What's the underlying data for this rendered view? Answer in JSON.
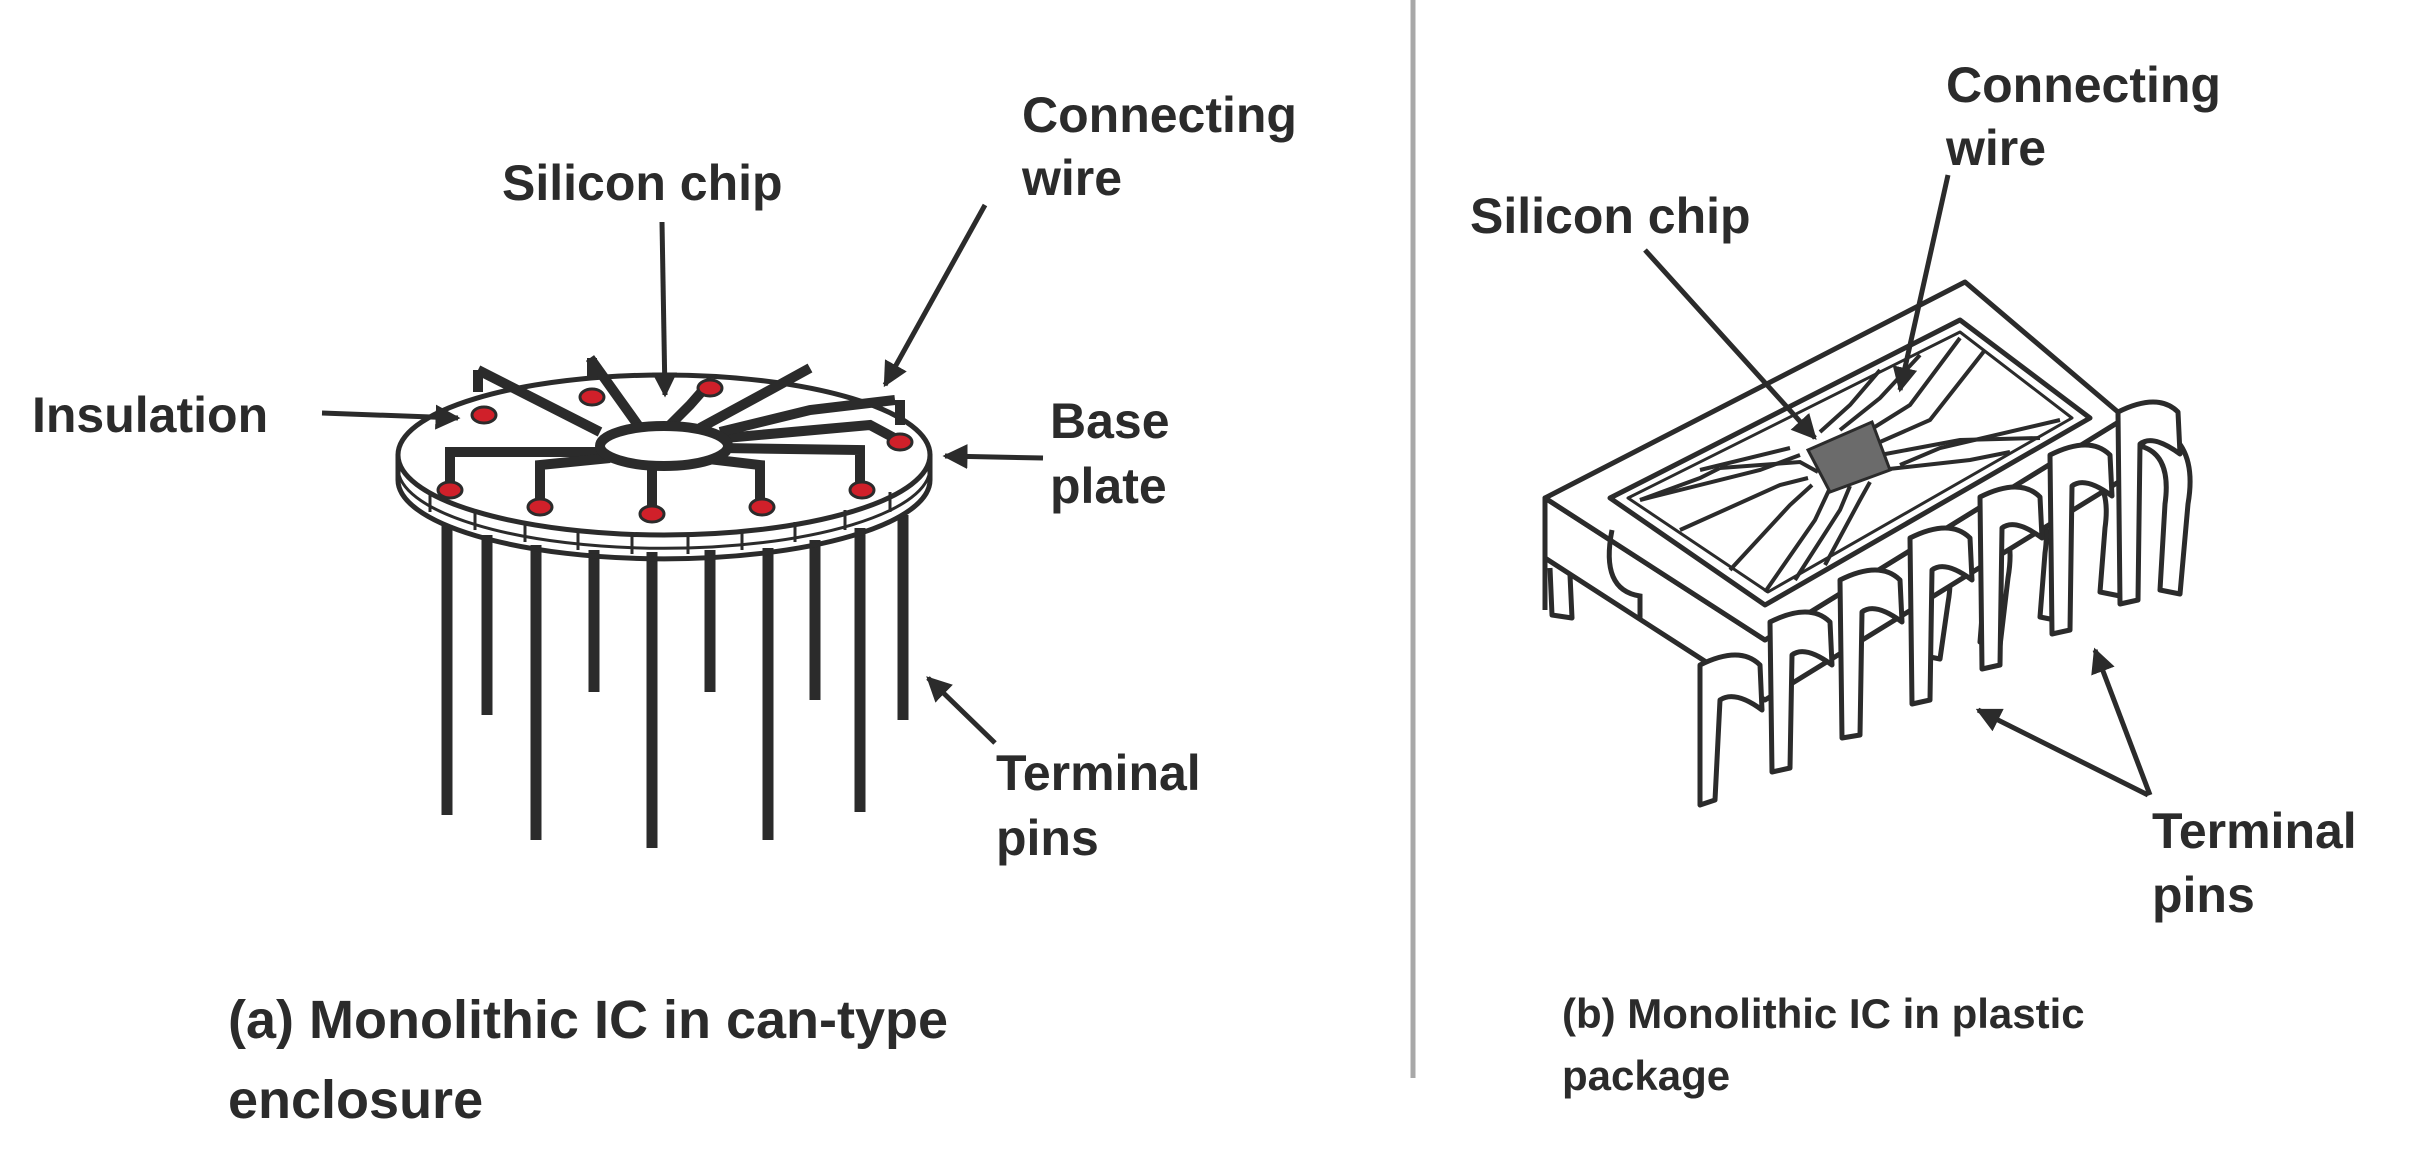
{
  "panel_a": {
    "labels": {
      "silicon_chip": "Silicon chip",
      "connecting_wire_1": "Connecting",
      "connecting_wire_2": "wire",
      "insulation": "Insulation",
      "base_plate_1": "Base",
      "base_plate_2": "plate",
      "terminal_pins_1": "Terminal",
      "terminal_pins_2": "pins"
    },
    "caption_1": "(a) Monolithic IC in can-type",
    "caption_2": "enclosure"
  },
  "panel_b": {
    "labels": {
      "silicon_chip": "Silicon chip",
      "connecting_wire_1": "Connecting",
      "connecting_wire_2": "wire",
      "terminal_pins_1": "Terminal",
      "terminal_pins_2": "pins"
    },
    "caption_1": "(b) Monolithic IC in plastic",
    "caption_2": "package"
  },
  "colors": {
    "ink": "#2b2b2b",
    "insulation_dot": "#d0202a",
    "chip_fill": "#6b6b6b",
    "divider": "#a8a8a8"
  }
}
